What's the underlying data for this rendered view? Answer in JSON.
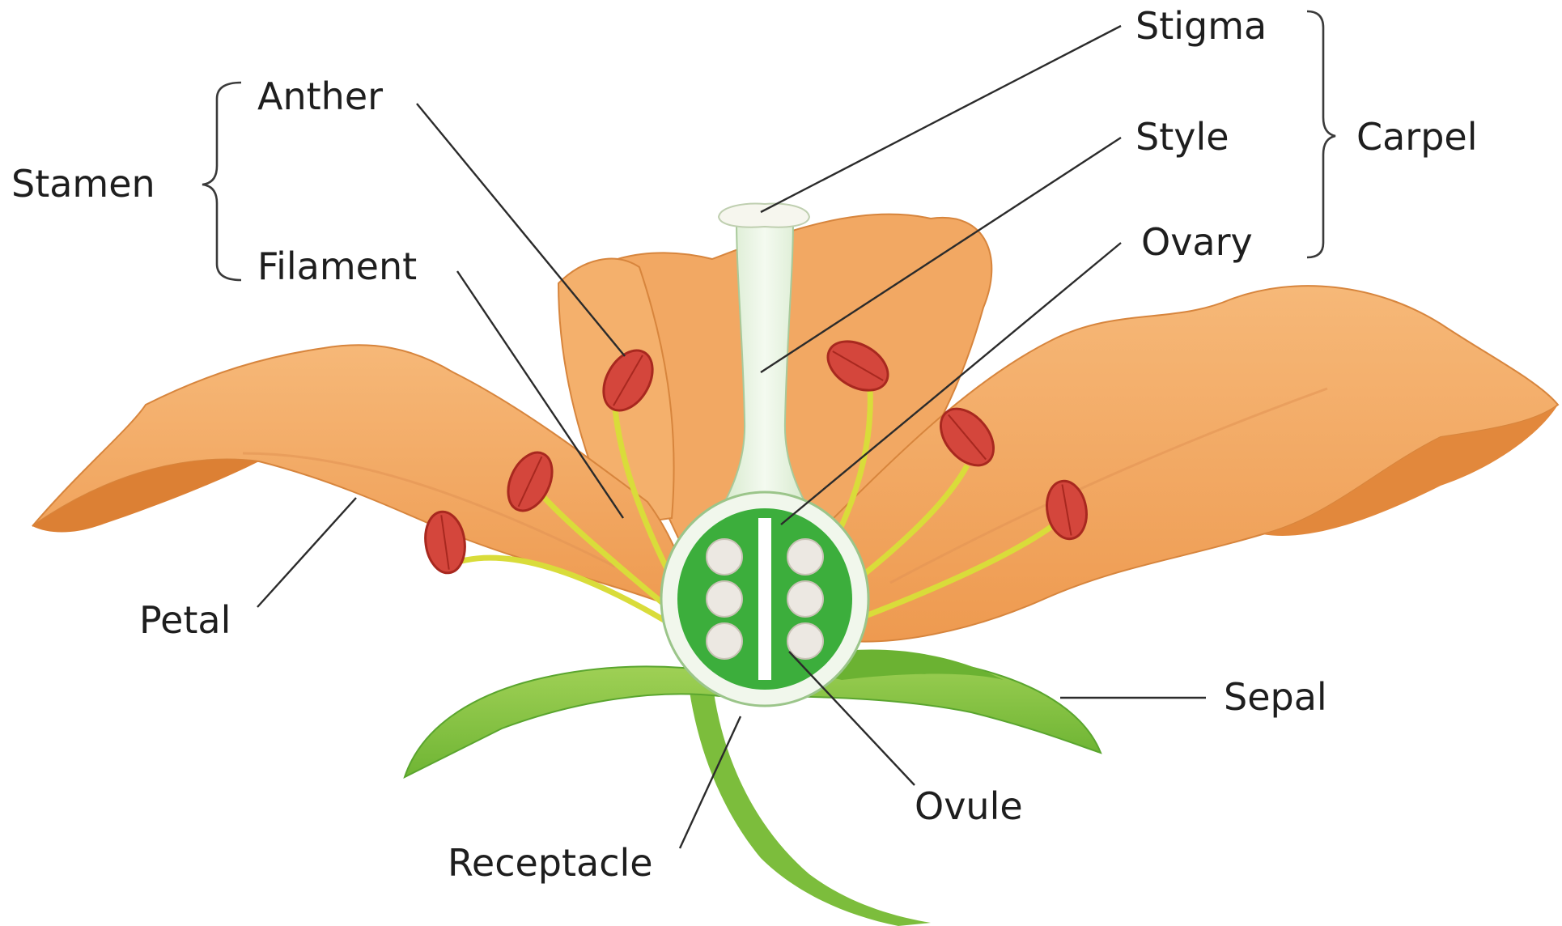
{
  "labels": {
    "stigma": "Stigma",
    "style": "Style",
    "ovary": "Ovary",
    "carpel": "Carpel",
    "anther": "Anther",
    "filament": "Filament",
    "stamen": "Stamen",
    "petal": "Petal",
    "sepal": "Sepal",
    "ovule": "Ovule",
    "receptacle": "Receptacle"
  },
  "colors": {
    "petal": "#f0a460",
    "petal_dark": "#e08a3c",
    "petal_light": "#f7c08a",
    "sepal": "#8cc63f",
    "sepal_dark": "#5aa52e",
    "stem": "#7cbd3c",
    "ovary_green": "#3cae3c",
    "ovule": "#ece8e2",
    "pistil": "#e6f2df",
    "anther": "#d4463c",
    "anther_dark": "#a8281f",
    "filament": "#d9dc3a"
  }
}
